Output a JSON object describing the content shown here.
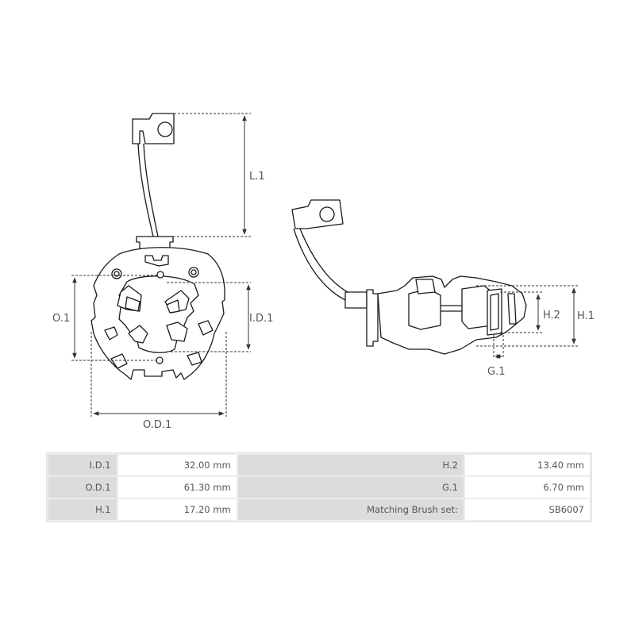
{
  "diagram": {
    "front_view": {
      "labels": {
        "l1": "L.1",
        "o1": "O.1",
        "id1": "I.D.1",
        "od1": "O.D.1"
      }
    },
    "side_view": {
      "labels": {
        "h2": "H.2",
        "h1": "H.1",
        "g1": "G.1"
      }
    },
    "line_color": "#1a1a1a",
    "dim_color": "#333333"
  },
  "spec_table": {
    "rows": [
      {
        "label_a": "I.D.1",
        "value_a": "32.00 mm",
        "label_b": "H.2",
        "value_b": "13.40 mm"
      },
      {
        "label_a": "O.D.1",
        "value_a": "61.30 mm",
        "label_b": "G.1",
        "value_b": "6.70 mm"
      },
      {
        "label_a": "H.1",
        "value_a": "17.20 mm",
        "label_b": "Matching Brush set:",
        "value_b": "SB6007"
      }
    ],
    "colors": {
      "label_bg": "#dcdcdc",
      "value_bg": "#ffffff",
      "border": "#e2e2e2",
      "text": "#555555"
    }
  }
}
